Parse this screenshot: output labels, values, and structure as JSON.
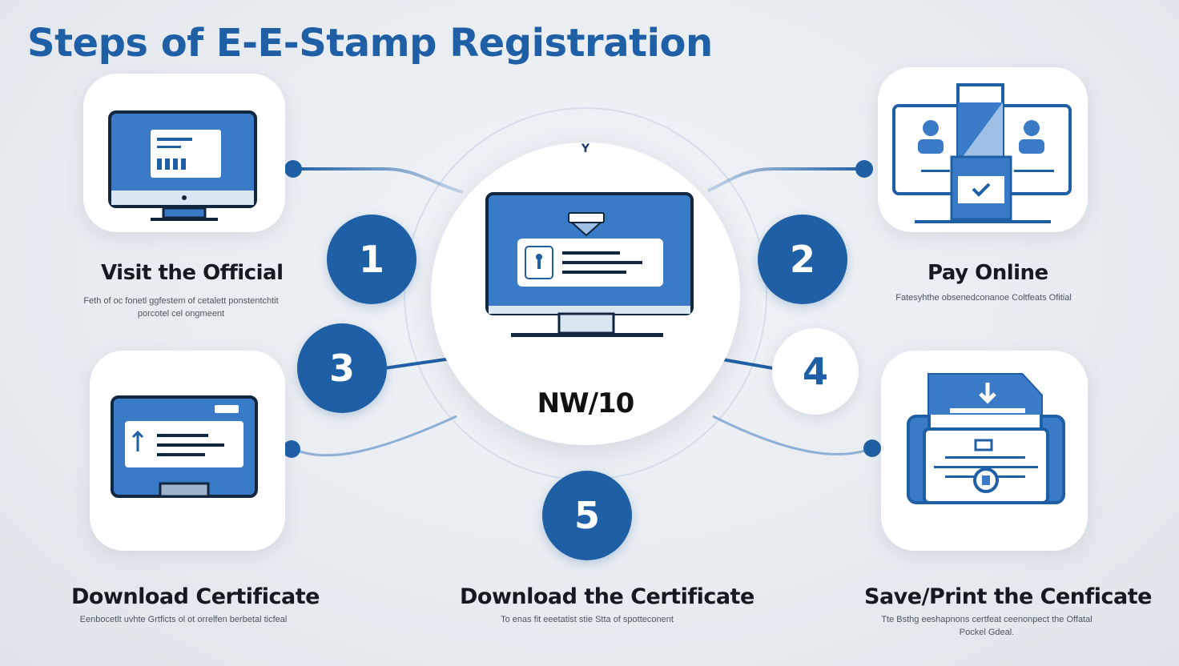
{
  "title": "Steps of E-E-Stamp Registration",
  "hub": {
    "code": "NW/10",
    "pointer": "Y"
  },
  "steps": [
    {
      "number": "1",
      "title": "Visit the Official",
      "caption_lines": [
        "Feth of oc fonetl ggfestem of cetalett ponstentchtit",
        "porcotel cel ongmeent"
      ],
      "icon": "monitor-form-icon"
    },
    {
      "number": "2",
      "title": "Pay Online",
      "caption_lines": [
        "Fatesyhthe obsenedconanoe Coltfeats Ofitial"
      ],
      "icon": "payment-users-icon"
    },
    {
      "number": "3",
      "title": "Download Certificate",
      "caption_lines": [
        "Eenbocetlt uvhte Grtficts ol ot orrelfen berbetal ticfeal"
      ],
      "icon": "monitor-document-icon"
    },
    {
      "number": "4",
      "title": "Save/Print the Cenficate",
      "caption_lines": [
        "Tte Bsthg eeshapnons certfeat ceenonpect the Offatal",
        "Pockel Gdeal."
      ],
      "icon": "certificate-download-icon"
    },
    {
      "number": "5",
      "title": "Download the Certificate",
      "caption_lines": [
        "To enas fit eeetatist stie Stta of spotteconent"
      ],
      "icon": ""
    }
  ],
  "colors": {
    "accent": "#1f5fa5",
    "icon_fill": "#3a7bc8",
    "title": "#1f5fa5",
    "text": "#151a22"
  }
}
